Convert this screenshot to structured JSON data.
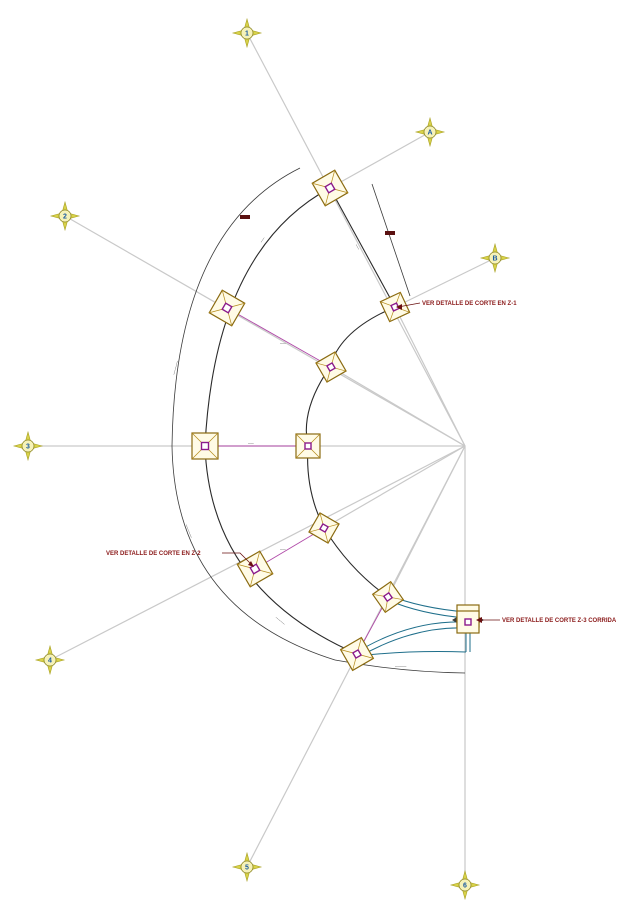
{
  "notes": {
    "z1": "VER DETALLE DE CORTE EN Z-1",
    "z2": "VER DETALLE DE CORTE EN Z-2",
    "z3": "VER DETALLE DE CORTE Z-3 CORRIDA"
  },
  "grid_markers": {
    "m1": "1",
    "m2": "2",
    "m3": "3",
    "m4": "4",
    "m5": "5",
    "m6": "6",
    "mA": "A",
    "mB": "B"
  },
  "colors": {
    "axis": "#c9c9c9",
    "footing": "#b48a1a",
    "column": "#8b1a8b",
    "tie_beam": "#b04aa8",
    "strip_beam": "#1f6f8b",
    "note_text": "#8b1a1a",
    "grid_label": "#1a5aa0"
  }
}
